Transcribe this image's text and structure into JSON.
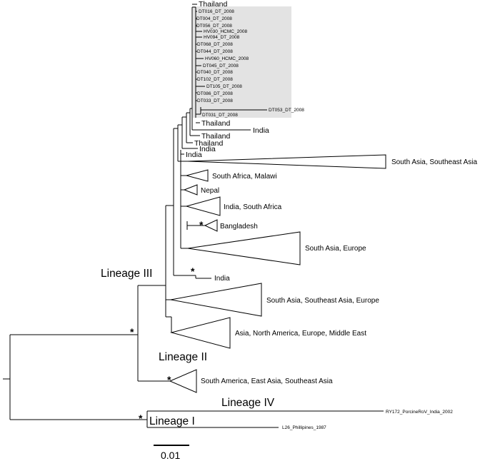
{
  "clade": {
    "top_leaf": "Thailand",
    "isolates": [
      "DT016_DT_2008",
      "DT004_DT_2008",
      "DT056_DT_2008",
      "HV030_HCMC_2008",
      "HV094_DT_2008",
      "DT068_DT_2008",
      "DT044_DT_2008",
      "HV060_HCMC_2008",
      "DT045_DT_2008",
      "DT040_DT_2008",
      "DT102_DT_2008",
      "DT105_DT_2008",
      "DT086_DT_2008",
      "DT033_DT_2008",
      "DT053_DT_2008",
      "DT031_DT_2008"
    ],
    "leaves": [
      "Thailand",
      "India",
      "Thailand",
      "Thailand",
      "India",
      "India"
    ]
  },
  "collapsed_clades": [
    "South Asia, Southeast Asia",
    "South Africa, Malawi",
    "Nepal",
    "India, South Africa",
    "Bangladesh",
    "South Asia, Europe",
    "India",
    "South Asia, Southeast Asia, Europe",
    "Asia, North America, Europe, Middle East",
    "South America, East Asia, Southeast Asia"
  ],
  "lineages": {
    "iii": "Lineage III",
    "ii": "Lineage II",
    "iv": "Lineage IV",
    "i": "Lineage I"
  },
  "outgroups": {
    "porcine": "RY172_PorcineRoV_India_2002",
    "philippines": "L26_Phillipines_1987"
  },
  "support_marker": "*",
  "scale_bar": {
    "label": "0.01"
  },
  "colors": {
    "highlight_box": "#e3e3e3",
    "line": "#000000"
  }
}
